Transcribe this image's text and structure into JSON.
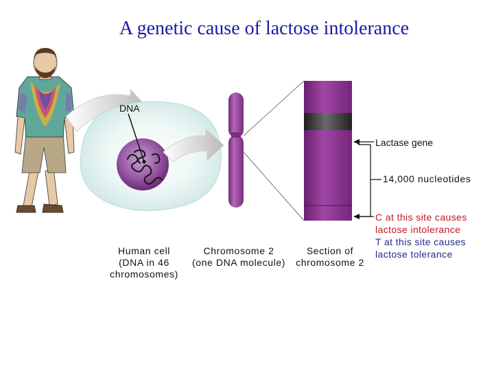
{
  "title": "A genetic cause of lactose intolerance",
  "labels": {
    "dna": "DNA",
    "lactase_gene": "Lactase gene",
    "nucleotides": "14,000 nucleotides",
    "human_cell": [
      "Human cell",
      "(DNA in 46",
      "chromosomes)"
    ],
    "chromosome2": [
      "Chromosome 2",
      "(one DNA molecule)"
    ],
    "section": [
      "Section of",
      "chromosome 2"
    ]
  },
  "note": {
    "c_line1": "C at this site causes",
    "c_line2": "lactose intolerance",
    "t_line1": "T at this site causes",
    "t_line2": "lactose tolerance"
  },
  "colors": {
    "title": "#1a1aa6",
    "chromosome": "#8b3a8f",
    "section": "#8a2b8c",
    "cell": "#dff0ee",
    "nucleus": "#7a3a84",
    "c_text": "#c0161c",
    "t_text": "#1f2a8a"
  }
}
